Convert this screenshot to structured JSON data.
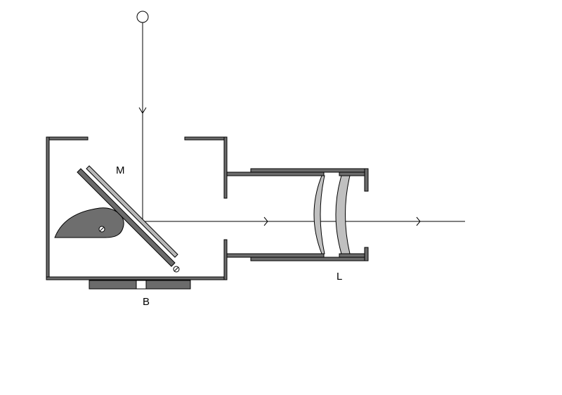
{
  "labels": {
    "mirror": "M",
    "lens": "L",
    "base": "B"
  },
  "colors": {
    "wall": "#6b6b6b",
    "outline": "#000000",
    "mirror_back": "#b8b8b8",
    "lens_glass": "#c0c0c0",
    "cam": "#6e6e6e",
    "ray": "#000000",
    "background": "#ffffff"
  }
}
